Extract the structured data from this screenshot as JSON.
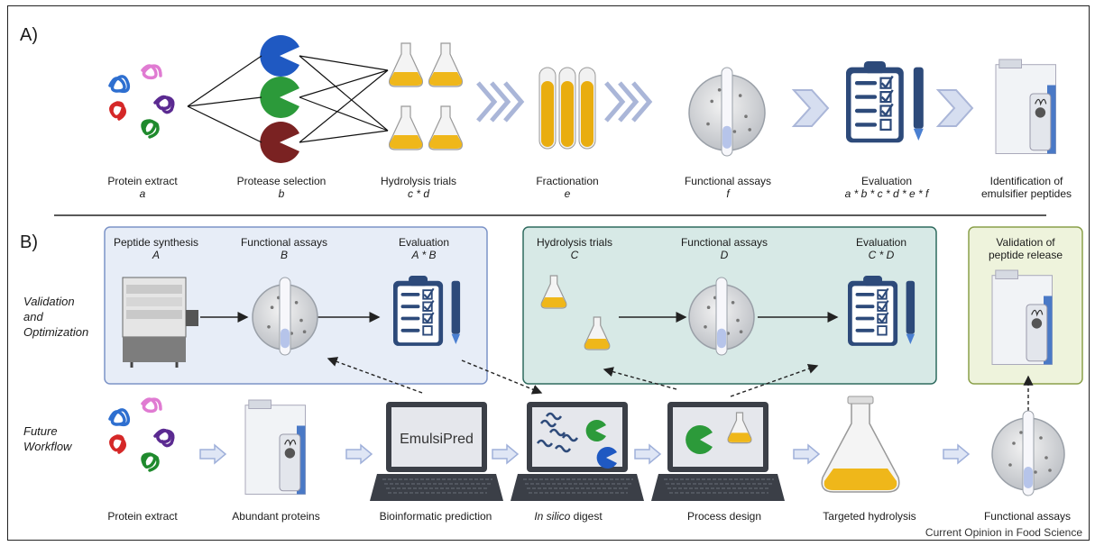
{
  "section_a": {
    "label": "A)",
    "steps": [
      {
        "name": "Protein extract",
        "var": "a"
      },
      {
        "name": "Protease selection",
        "var": "b"
      },
      {
        "name": "Hydrolysis trials",
        "var": "c * d"
      },
      {
        "name": "Fractionation",
        "var": "e"
      },
      {
        "name": "Functional assays",
        "var": "f"
      },
      {
        "name": "Evaluation",
        "var": "a * b * c * d * e * f"
      },
      {
        "name": "Identification of",
        "var": "emulsifier peptides"
      }
    ]
  },
  "section_b": {
    "label": "B)",
    "row_validation": "Validation and Optimization",
    "row_validation_l1": "Validation",
    "row_validation_l2": "and",
    "row_validation_l3": "Optimization",
    "row_future_l1": "Future",
    "row_future_l2": "Workflow",
    "box1": [
      {
        "name": "Peptide synthesis",
        "var": "A"
      },
      {
        "name": "Functional assays",
        "var": "B"
      },
      {
        "name": "Evaluation",
        "var": "A * B"
      }
    ],
    "box2": [
      {
        "name": "Hydrolysis trials",
        "var": "C"
      },
      {
        "name": "Functional assays",
        "var": "D"
      },
      {
        "name": "Evaluation",
        "var": "C * D"
      }
    ],
    "box3": {
      "line1": "Validation of",
      "line2": "peptide release"
    },
    "laptop_text": "EmulsiPred",
    "workflow": [
      {
        "name": "Protein extract"
      },
      {
        "name": "Abundant proteins"
      },
      {
        "name": "Bioinformatic prediction"
      },
      {
        "name_italic": "In silico",
        "name": " digest"
      },
      {
        "name": "Process design"
      },
      {
        "name": "Targeted hydrolysis"
      },
      {
        "name": "Functional assays"
      }
    ]
  },
  "footer": "Current Opinion in Food Science",
  "colors": {
    "box1": "#e7edf7",
    "box1_border": "#7c93c7",
    "box2": "#d7e9e6",
    "box2_border": "#2f6b5f",
    "box3": "#eef3dc",
    "box3_border": "#8aa04a",
    "navy": "#2d4a7a",
    "yellow": "#efb71a"
  }
}
